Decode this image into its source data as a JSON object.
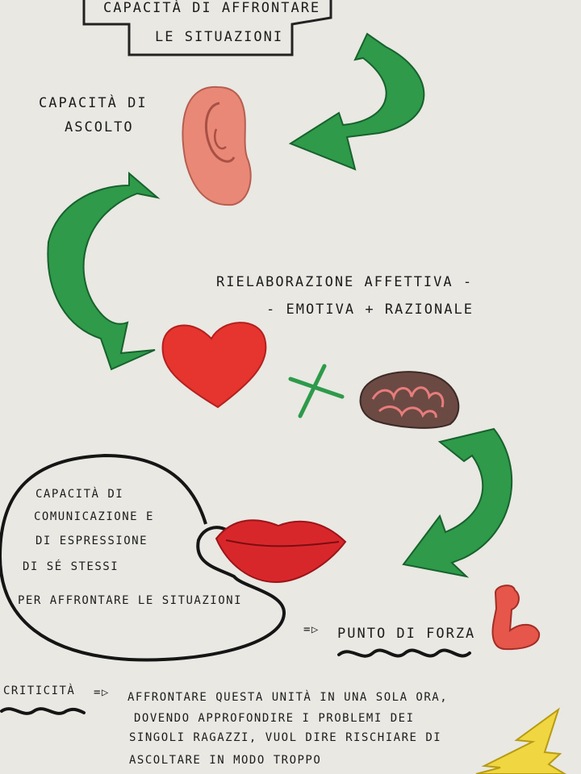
{
  "title": {
    "line1": "Capacità di affrontare",
    "line2": "le situazioni"
  },
  "listening": {
    "line1": "Capacità di",
    "line2": "ascolto"
  },
  "elaboration": {
    "line1": "Rielaborazione affettiva -",
    "line2": "- emotiva + razionale"
  },
  "communication": {
    "line1": "Capacità di",
    "line2": "comunicazione e",
    "line3": "di espressione",
    "line4": "di sé stessi",
    "line5": "per affrontare le situazioni"
  },
  "strength": {
    "arrow": "=▷",
    "label": "Punto di forza"
  },
  "criticality": {
    "label": "Criticità",
    "arrow": "=▷",
    "line1": "Affrontare questa unità in una sola ora,",
    "line2": "dovendo approfondire i problemi dei",
    "line3": "singoli ragazzi, vuol dire rischiare di",
    "line4": "ascoltare in modo troppo"
  },
  "icons": {
    "ear": "ear-icon",
    "heart": "heart-icon",
    "plus": "plus-icon",
    "brain": "brain-icon",
    "lips": "lips-icon",
    "arm": "flexed-arm-icon",
    "bolt": "lightning-icon"
  },
  "colors": {
    "green": "#2e9a4a",
    "heart": "#e6342f",
    "lips": "#d8272b",
    "ear": "#e98877",
    "brain": "#6b4a43",
    "bolt": "#f0d640"
  }
}
